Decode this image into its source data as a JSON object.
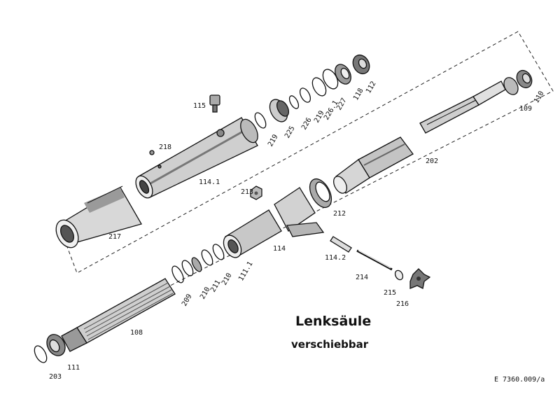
{
  "title": "Lenksäule",
  "subtitle": "verschiebbar",
  "drawing_number": "E  7360.009/a",
  "part_numbers": {
    "p115": "115",
    "p218": "218",
    "p114_1": "114.1",
    "p217": "217",
    "p219a": "219",
    "p225": "225",
    "p226": "226",
    "p219b": "219",
    "p226_1": "226.1",
    "p227": "227",
    "p118": "118",
    "p112": "112",
    "p109": "109",
    "p110": "110",
    "p202": "202",
    "p213": "213",
    "p212": "212",
    "p114": "114",
    "p114_2": "114.2",
    "p214": "214",
    "p215": "215",
    "p216": "216",
    "p209": "209",
    "p210": "210",
    "p211": "211",
    "p210b": "210",
    "p111_1": "111.1",
    "p108": "108",
    "p111": "111",
    "p203": "203"
  }
}
